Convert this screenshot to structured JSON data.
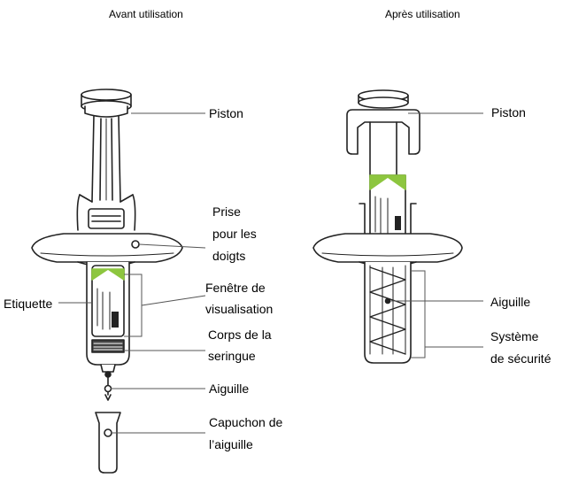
{
  "before": {
    "title": "Avant utilisation",
    "labels": {
      "piston": "Piston",
      "finger_grip_1": "Prise",
      "finger_grip_2": "pour les",
      "finger_grip_3": "doigts",
      "label_tag": "Etiquette",
      "window_1": "Fenêtre de",
      "window_2": "visualisation",
      "barrel_1": "Corps de la",
      "barrel_2": "seringue",
      "needle": "Aiguille",
      "cap_1": "Capuchon de",
      "cap_2": "l’aiguille"
    }
  },
  "after": {
    "title": "Après utilisation",
    "labels": {
      "piston": "Piston",
      "needle": "Aiguille",
      "safety_1": "Système",
      "safety_2": "de sécurité"
    }
  },
  "colors": {
    "accent_green": "#8dc63f",
    "line": "#222222",
    "leader": "#555555"
  }
}
